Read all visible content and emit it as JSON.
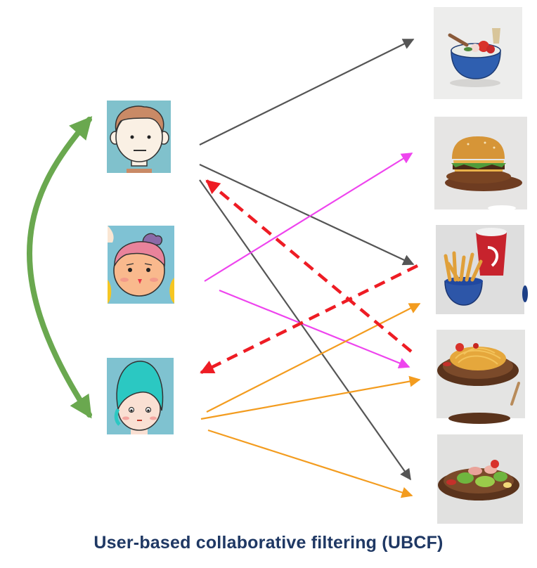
{
  "caption": "User-based collaborative filtering (UBCF)",
  "users": [
    {
      "name": "user-1",
      "bg": "#80c1cc",
      "skin": "#faf0e4",
      "hair": "#c98a66"
    },
    {
      "name": "user-2",
      "bg": "#7fc2d4",
      "skin": "#f9b98d",
      "hair": "#e9839b"
    },
    {
      "name": "user-3",
      "bg": "#7fc2d0",
      "skin": "#fae0d3",
      "hair": "#2bc8c2"
    }
  ],
  "foods": [
    {
      "name": "soup-bowl"
    },
    {
      "name": "burger"
    },
    {
      "name": "fries-and-drink"
    },
    {
      "name": "spaghetti"
    },
    {
      "name": "salad"
    }
  ],
  "colors": {
    "similarity": "#6aa84f",
    "user1_links": "#555555",
    "user2_links": "#ee44ee",
    "user3_links": "#f39c1f",
    "recommendation": "#ee1c24"
  },
  "links": [
    {
      "from": "user-1",
      "to": "soup-bowl",
      "color": "user1_links",
      "style": "solid"
    },
    {
      "from": "user-1",
      "to": "fries-and-drink",
      "color": "user1_links",
      "style": "solid"
    },
    {
      "from": "user-1",
      "to": "salad",
      "color": "user1_links",
      "style": "solid"
    },
    {
      "from": "user-2",
      "to": "burger",
      "color": "user2_links",
      "style": "solid"
    },
    {
      "from": "user-2",
      "to": "spaghetti",
      "color": "user2_links",
      "style": "solid"
    },
    {
      "from": "user-3",
      "to": "fries-and-drink",
      "color": "user3_links",
      "style": "solid"
    },
    {
      "from": "user-3",
      "to": "spaghetti",
      "color": "user3_links",
      "style": "solid"
    },
    {
      "from": "user-3",
      "to": "salad",
      "color": "user3_links",
      "style": "solid"
    },
    {
      "from": "spaghetti",
      "to": "user-1",
      "color": "recommendation",
      "style": "dashed"
    },
    {
      "from": "fries-and-drink",
      "to": "user-3",
      "color": "recommendation",
      "style": "dashed"
    }
  ],
  "similarity": {
    "between": [
      "user-1",
      "user-3"
    ],
    "color": "similarity",
    "direction": "both"
  }
}
